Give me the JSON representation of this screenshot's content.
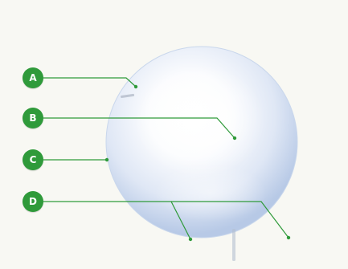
{
  "labels": [
    {
      "id": "A",
      "text": "A"
    },
    {
      "id": "B",
      "text": "B"
    },
    {
      "id": "C",
      "text": "C"
    },
    {
      "id": "D",
      "text": "D"
    }
  ],
  "colors": {
    "background": "#f8f8f3",
    "marker": "#2f9a3a",
    "leader_line": "#2f9a3a",
    "sphere_edge": "#b9cbe6",
    "sphere_center": "#ffffff"
  }
}
